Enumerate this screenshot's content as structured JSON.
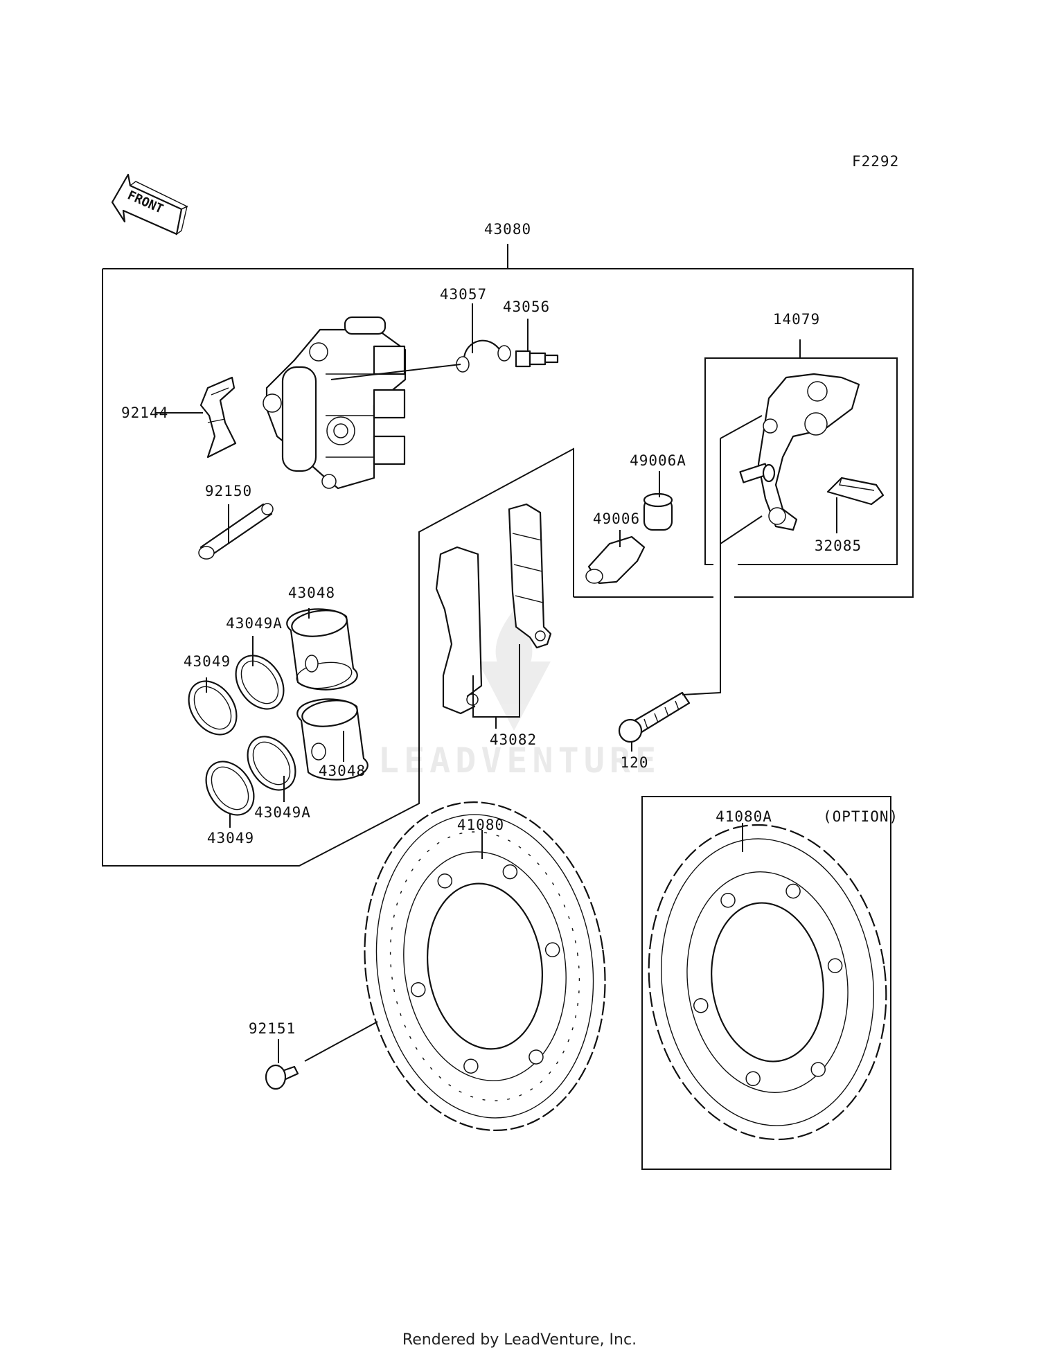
{
  "figure_code": "F2292",
  "front_arrow_text": "FRONT",
  "watermark_text": "LEADVENTURE",
  "option_text": "(OPTION)",
  "footer_text": "Rendered by LeadVenture, Inc.",
  "labels": {
    "p43080": "43080",
    "p43057": "43057",
    "p43056": "43056",
    "p14079": "14079",
    "p92144": "92144",
    "p49006a": "49006A",
    "p92150": "92150",
    "p49006": "49006",
    "p32085": "32085",
    "p43048_top": "43048",
    "p43049a_top": "43049A",
    "p43049_top": "43049",
    "p43082": "43082",
    "p120": "120",
    "p43048_bot": "43048",
    "p43049a_bot": "43049A",
    "p43049_bot": "43049",
    "p41080": "41080",
    "p41080a": "41080A",
    "p92151": "92151"
  }
}
